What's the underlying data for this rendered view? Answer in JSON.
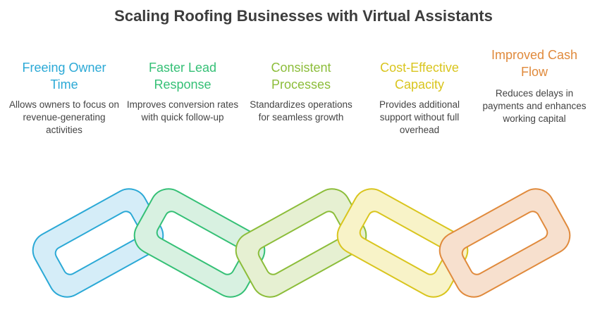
{
  "title": "Scaling Roofing Businesses with Virtual Assistants",
  "items": [
    {
      "title": "Freeing Owner Time",
      "desc": "Allows owners to focus on revenue-generating activities",
      "color": "#2ba9d6",
      "fill": "#d5edf8"
    },
    {
      "title": "Faster Lead Response",
      "desc": "Improves conversion rates with quick follow-up",
      "color": "#35c076",
      "fill": "#d8f1e1"
    },
    {
      "title": "Consistent Processes",
      "desc": "Standardizes operations for seamless growth",
      "color": "#8cbd3a",
      "fill": "#e6f0d2"
    },
    {
      "title": "Cost-Effective Capacity",
      "desc": "Provides additional support without full overhead",
      "color": "#d9c51e",
      "fill": "#f8f3c8"
    },
    {
      "title": "Improved Cash Flow",
      "desc": "Reduces delays in payments and enhances working capital",
      "color": "#e08a3c",
      "fill": "#f7e0ce"
    }
  ]
}
